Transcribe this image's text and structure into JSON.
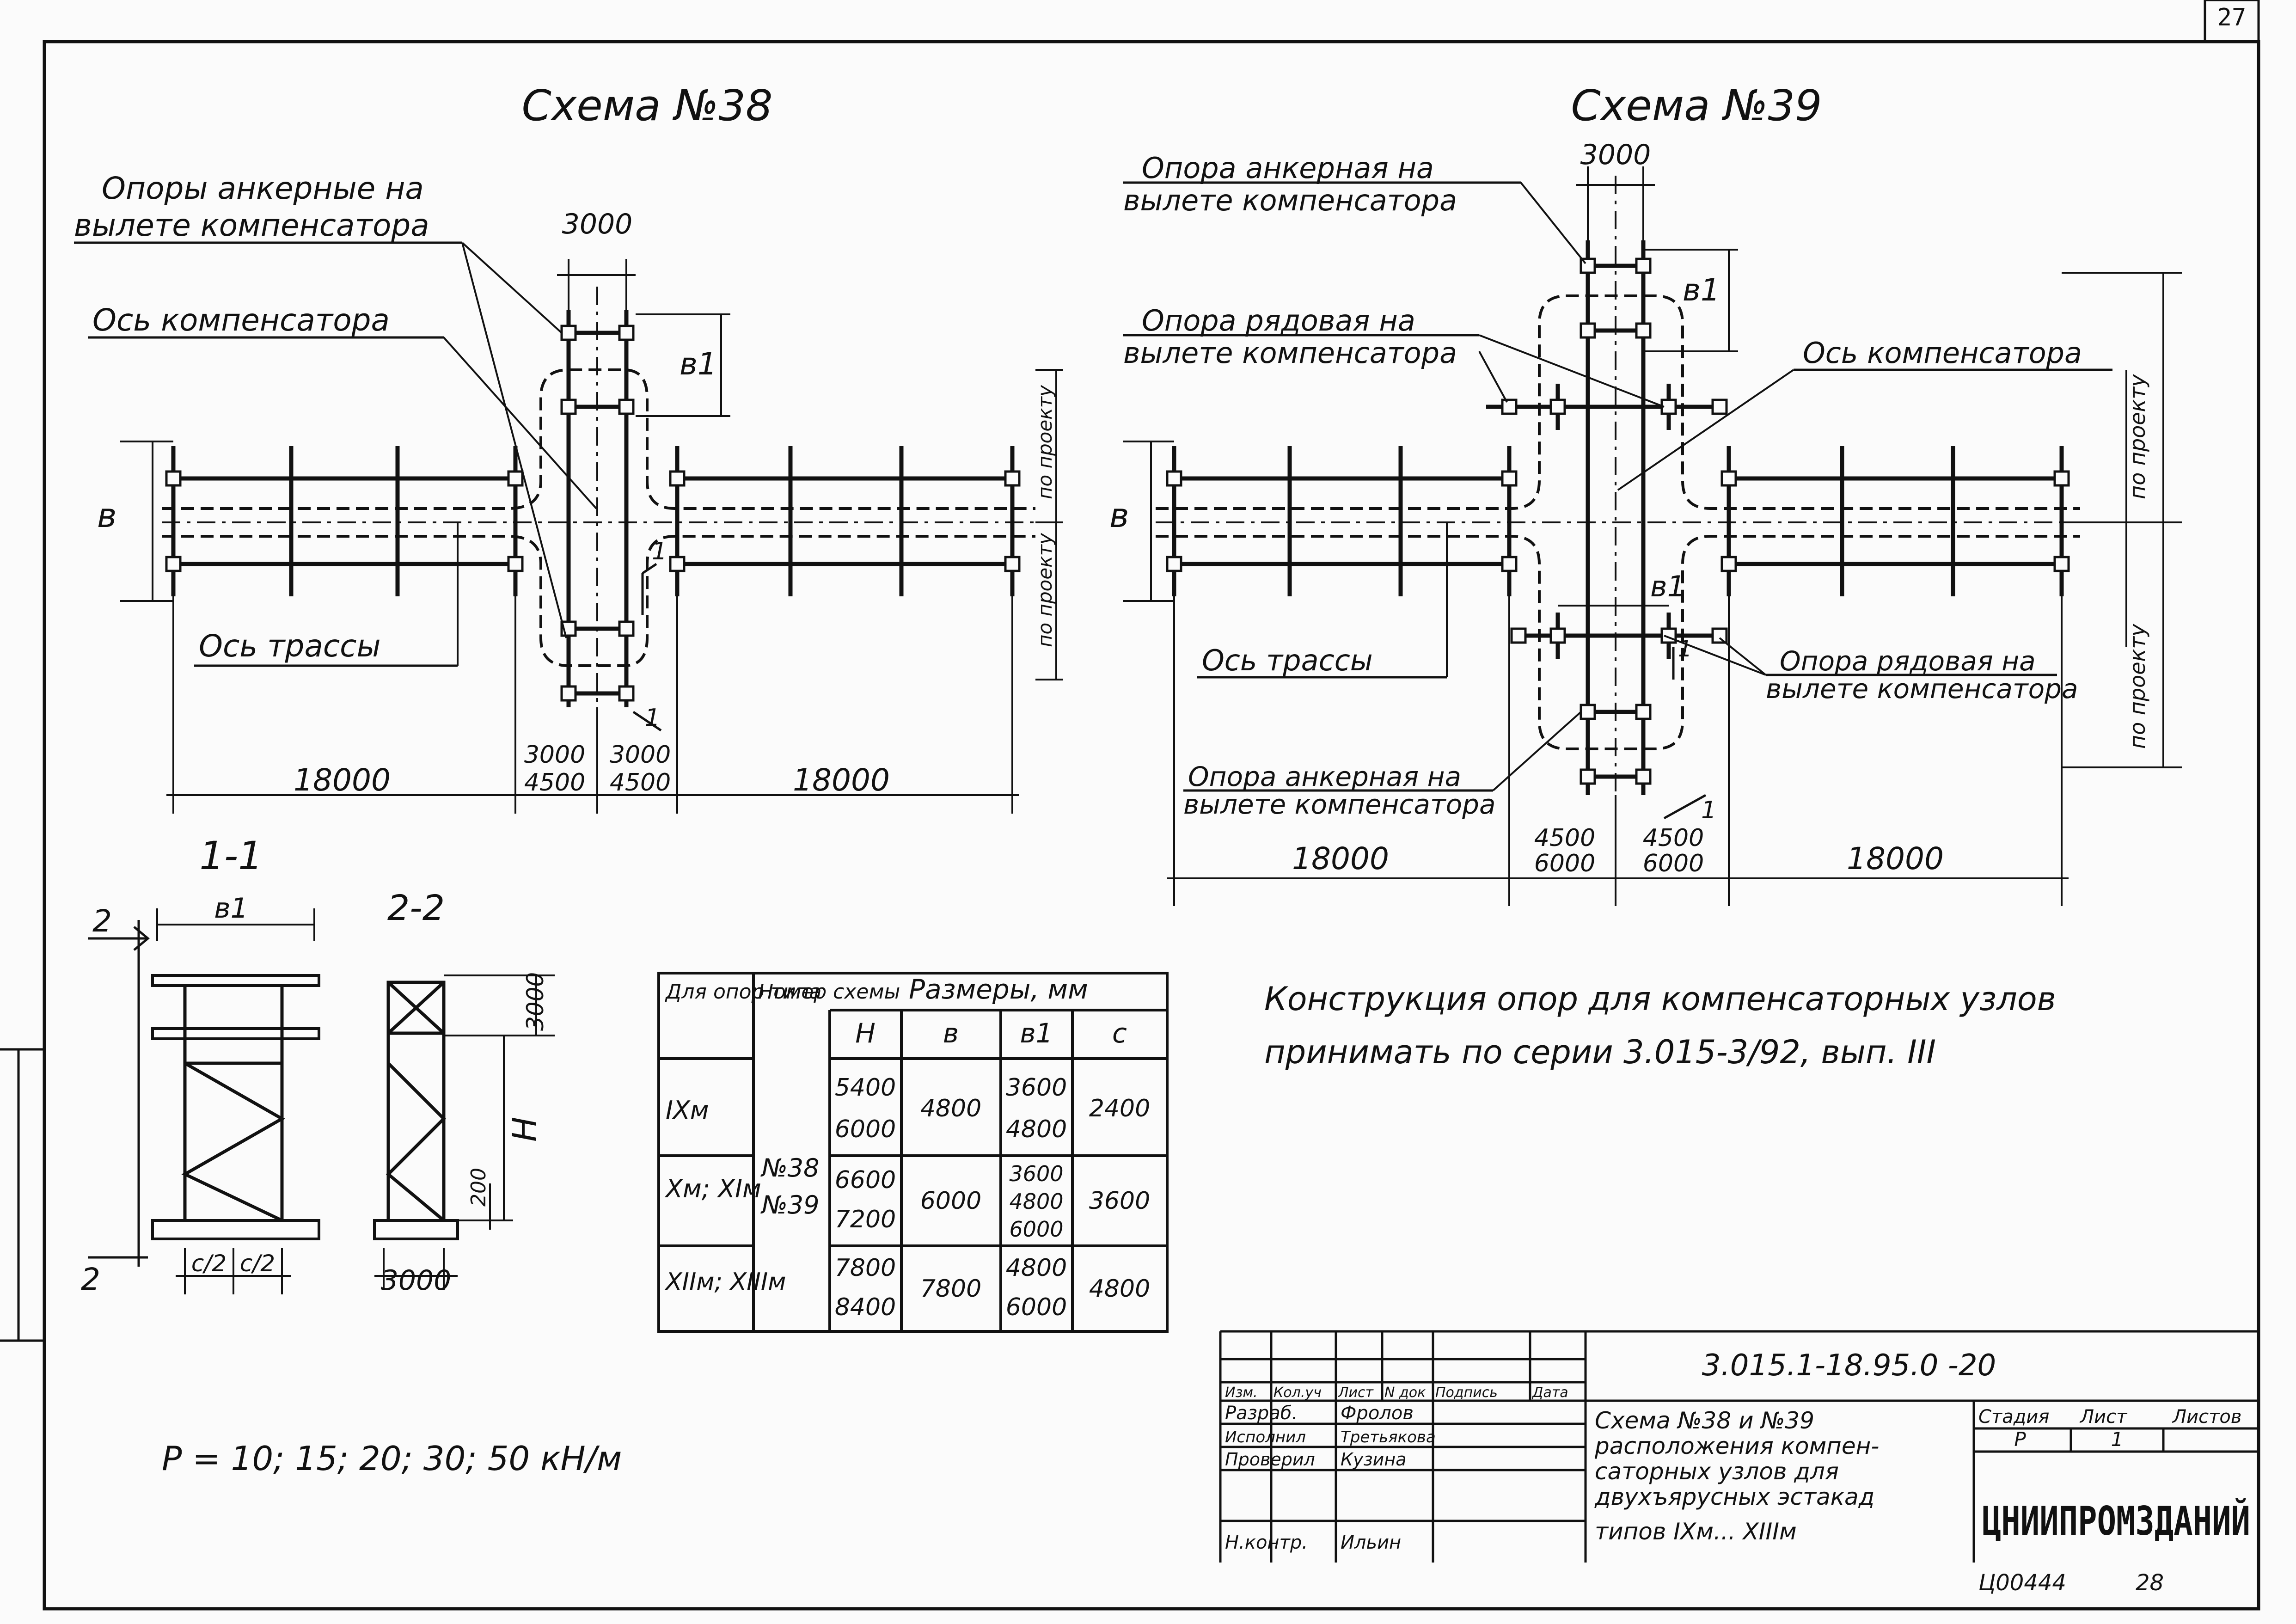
{
  "sheet": {
    "page_number": "27"
  },
  "scheme38": {
    "title": "Схема №38",
    "label_anchor_supports": [
      "Опоры анкерные на",
      "вылете компенсатора"
    ],
    "label_compensator_axis": "Ось компенсатора",
    "label_route_axis": "Ось трассы",
    "dim_b": "в",
    "dim_b1": "в1",
    "dim_3000_top": "3000",
    "dim_left_pair": [
      "3000",
      "4500"
    ],
    "dim_right_pair": [
      "3000",
      "4500"
    ],
    "dim_18000_left": "18000",
    "dim_18000_right": "18000",
    "section_mark": "1",
    "side_label_1": "по проекту",
    "side_label_2": "по проекту"
  },
  "scheme39": {
    "title": "Схема №39",
    "label_anchor_top": [
      "Опора анкерная на",
      "вылете компенсатора"
    ],
    "label_row_top": [
      "Опора рядовая на",
      "вылете компенсатора"
    ],
    "label_compensator_axis": "Ось компенсатора",
    "label_route_axis": "Ось трассы",
    "label_row_bottom": [
      "Опора рядовая на",
      "вылете компенсатора"
    ],
    "label_anchor_bottom": [
      "Опора анкерная на",
      "вылете компенсатора"
    ],
    "dim_b": "в",
    "dim_b1_top": "в1",
    "dim_b1_mid": "в1",
    "dim_3000_top": "3000",
    "dim_left_pair": [
      "4500",
      "6000"
    ],
    "dim_right_pair": [
      "4500",
      "6000"
    ],
    "dim_18000_left": "18000",
    "dim_18000_right": "18000",
    "section_mark": "1",
    "side_label_1": "по проекту",
    "side_label_2": "по проекту"
  },
  "section11": {
    "title": "1-1",
    "dim_b1": "в1",
    "mark": "2",
    "dim_c2_left": "с/2",
    "dim_c2_right": "с/2"
  },
  "section22": {
    "title": "2-2",
    "dim_3000_side": "3000",
    "dim_H": "Н",
    "dim_200": "200",
    "dim_3000_bottom": "3000"
  },
  "size_table": {
    "headers": [
      "Для опор типа",
      "Номер схемы",
      "Размеры, мм"
    ],
    "subheaders": [
      "Н",
      "в",
      "в1",
      "с"
    ],
    "scheme_numbers": [
      "№38",
      "№39"
    ],
    "rows": [
      {
        "type": "IXм",
        "H": [
          "5400",
          "6000"
        ],
        "b": "4800",
        "b1": [
          "3600",
          "4800"
        ],
        "c": "2400"
      },
      {
        "type": "Xм; XIм",
        "H": [
          "6600",
          "7200"
        ],
        "b": "6000",
        "b1": [
          "3600",
          "4800",
          "6000"
        ],
        "c": "3600"
      },
      {
        "type": "XIIм; XIIIм",
        "H": [
          "7800",
          "8400"
        ],
        "b": "7800",
        "b1": [
          "4800",
          "6000"
        ],
        "c": "4800"
      }
    ]
  },
  "note": [
    "Конструкция опор для компенсаторных узлов",
    "принимать по серии 3.015-3/92, вып. III"
  ],
  "load_line": "Р = 10; 15; 20; 30; 50 кН/м",
  "title_block": {
    "doc_code": "3.015.1-18.95.0 -20",
    "col_headers": [
      "Изм.",
      "Кол.уч",
      "Лист",
      "N док",
      "Подпись",
      "Дата"
    ],
    "roles": [
      {
        "role": "Разраб.",
        "name": "Фролов"
      },
      {
        "role": "Исполнил",
        "name": "Третьякова"
      },
      {
        "role": "Проверил",
        "name": "Кузина"
      },
      {
        "role": "Н.контр.",
        "name": "Ильин"
      }
    ],
    "description": [
      "Схема №38 и №39",
      "расположения компен-",
      "саторных узлов для",
      "двухъярусных эстакад",
      "типов IXм... XIIIм"
    ],
    "stage_headers": [
      "Стадия",
      "Лист",
      "Листов"
    ],
    "stage_values": [
      "Р",
      "1"
    ],
    "organization": "ЦНИИПРОМЗДАНИЙ",
    "footer_number": "Ц00444",
    "footer_page": "28"
  }
}
